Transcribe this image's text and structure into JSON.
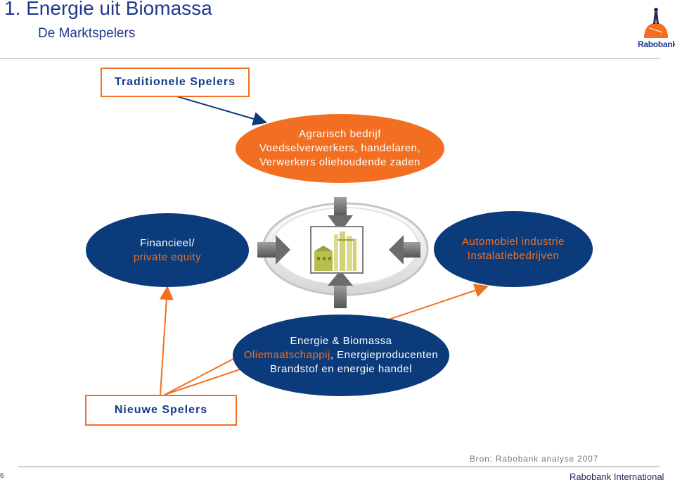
{
  "header": {
    "title": "1.  Energie uit Biomassa",
    "subtitle": "De Marktspelers"
  },
  "logo": {
    "name": "Rabobank",
    "icon": "rabobank-logo-icon"
  },
  "boxes": {
    "traditional": "Traditionele Spelers",
    "new": "Nieuwe Spelers"
  },
  "ellipses": {
    "agrarisch": {
      "line1": "Agrarisch bedrijf",
      "line2": "Voedselverwerkers, handelaren,",
      "line3": "Verwerkers oliehoudende zaden",
      "color": "#f26f22"
    },
    "financieel": {
      "line1": "Financieel/",
      "line2": "private equity",
      "color": "#0b3b7a"
    },
    "automobiel": {
      "line1": "Automobiel industrie",
      "line2": "Instalatiebedrijven",
      "color": "#0b3b7a"
    },
    "energie": {
      "line1": "Energie & Biomassa",
      "line2a": "Oliemaatschappij",
      "line2b": ", Energieproducenten",
      "line3": "Brandstof en energie handel",
      "color": "#0b3b7a"
    }
  },
  "center": {
    "icon": "biomass-factory-icon"
  },
  "footer": {
    "source": "Bron: Rabobank analyse 2007",
    "page": "6",
    "brand": "Rabobank International"
  },
  "colors": {
    "accent": "#f26f22",
    "navy": "#0b3b7a",
    "title": "#1f3a8f"
  }
}
